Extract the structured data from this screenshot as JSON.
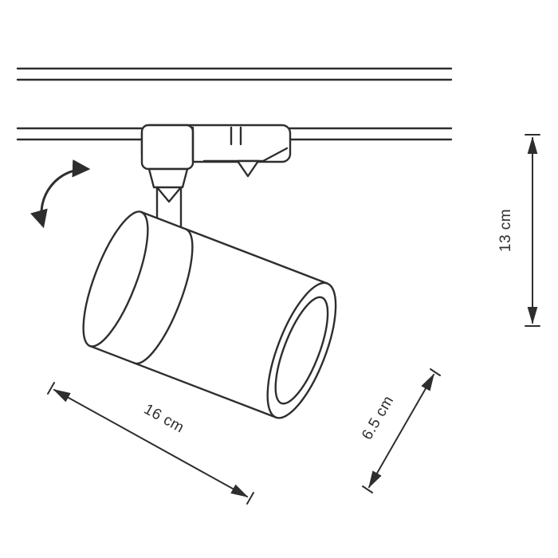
{
  "diagram": {
    "line_color": "#2e2e2e",
    "background_color": "#ffffff",
    "dimensions": {
      "height_label": "13 cm",
      "length_label": "16 cm",
      "diameter_label": "6.5 cm"
    },
    "icons": {
      "rotation_arrow": "curved-double-headed-arrow",
      "height_arrow": "vertical-double-headed-arrow",
      "length_arrow": "diagonal-double-headed-arrow",
      "diameter_arrow": "diagonal-double-headed-arrow"
    }
  }
}
